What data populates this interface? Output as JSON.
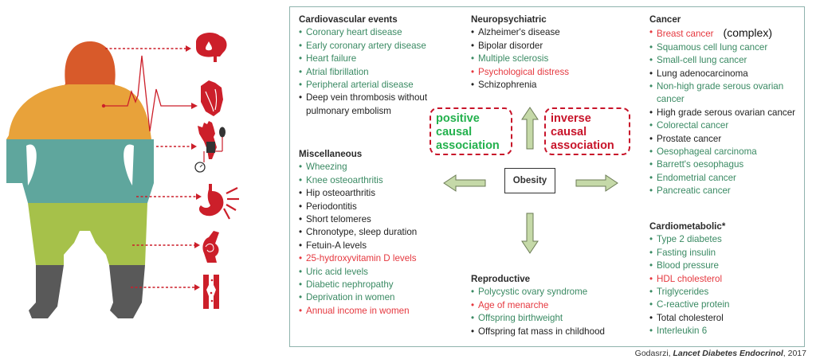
{
  "figure": {
    "icons": [
      "brain-icon",
      "heart-icon",
      "blood-pressure-icon",
      "stomach-icon",
      "knee-joint-icon",
      "blood-vessel-icon"
    ],
    "colors": {
      "head": "#d85a2a",
      "torso": "#e8a23a",
      "belly": "#5fa69d",
      "thighs": "#a6c14a",
      "legs": "#595959",
      "icon_red": "#cc1f2a"
    }
  },
  "panel": {
    "center_label": "Obesity",
    "legend": {
      "positive": [
        "positive",
        "causal",
        "association"
      ],
      "inverse": [
        "inverse",
        "causal",
        "association"
      ]
    },
    "groups": {
      "cardiovascular": {
        "title": "Cardiovascular events",
        "items": [
          {
            "label": "Coronary heart disease",
            "effect": "positive"
          },
          {
            "label": "Early coronary artery disease",
            "effect": "positive"
          },
          {
            "label": "Heart failure",
            "effect": "positive"
          },
          {
            "label": "Atrial fibrillation",
            "effect": "positive"
          },
          {
            "label": "Peripheral arterial disease",
            "effect": "positive"
          },
          {
            "label": "Deep vein thrombosis without pulmonary embolism",
            "effect": "none"
          }
        ]
      },
      "neuropsychiatric": {
        "title": "Neuropsychiatric",
        "items": [
          {
            "label": "Alzheimer's disease",
            "effect": "none"
          },
          {
            "label": "Bipolar disorder",
            "effect": "none"
          },
          {
            "label": "Multiple sclerosis",
            "effect": "positive"
          },
          {
            "label": "Psychological distress",
            "effect": "inverse"
          },
          {
            "label": "Schizophrenia",
            "effect": "none"
          }
        ]
      },
      "cancer": {
        "title": "Cancer",
        "note": "(complex)",
        "items": [
          {
            "label": "Breast cancer",
            "effect": "inverse"
          },
          {
            "label": "Squamous cell lung cancer",
            "effect": "positive"
          },
          {
            "label": "Small-cell lung cancer",
            "effect": "positive"
          },
          {
            "label": "Lung adenocarcinoma",
            "effect": "none"
          },
          {
            "label": "Non-high grade serous ovarian cancer",
            "effect": "positive"
          },
          {
            "label": "High grade serous ovarian cancer",
            "effect": "none"
          },
          {
            "label": "Colorectal cancer",
            "effect": "positive"
          },
          {
            "label": "Prostate cancer",
            "effect": "none"
          },
          {
            "label": "Oesophageal carcinoma",
            "effect": "positive"
          },
          {
            "label": "Barrett's oesophagus",
            "effect": "positive"
          },
          {
            "label": "Endometrial cancer",
            "effect": "positive"
          },
          {
            "label": "Pancreatic cancer",
            "effect": "positive"
          }
        ]
      },
      "miscellaneous": {
        "title": "Miscellaneous",
        "items": [
          {
            "label": "Wheezing",
            "effect": "positive"
          },
          {
            "label": "Knee osteoarthritis",
            "effect": "positive"
          },
          {
            "label": "Hip osteoarthritis",
            "effect": "none"
          },
          {
            "label": "Periodontitis",
            "effect": "none"
          },
          {
            "label": "Short telomeres",
            "effect": "none"
          },
          {
            "label": "Chronotype, sleep duration",
            "effect": "none"
          },
          {
            "label": "Fetuin-A levels",
            "effect": "none"
          },
          {
            "label": "25-hydroxyvitamin D levels",
            "effect": "inverse"
          },
          {
            "label": "Uric acid levels",
            "effect": "positive"
          },
          {
            "label": "Diabetic nephropathy",
            "effect": "positive"
          },
          {
            "label": "Deprivation in women",
            "effect": "positive"
          },
          {
            "label": "Annual income in women",
            "effect": "inverse"
          }
        ]
      },
      "reproductive": {
        "title": "Reproductive",
        "items": [
          {
            "label": "Polycystic ovary syndrome",
            "effect": "positive"
          },
          {
            "label": "Age of menarche",
            "effect": "inverse"
          },
          {
            "label": "Offspring birthweight",
            "effect": "positive"
          },
          {
            "label": "Offspring fat mass in childhood",
            "effect": "none"
          }
        ]
      },
      "cardiometabolic": {
        "title": "Cardiometabolic*",
        "items": [
          {
            "label": "Type 2 diabetes",
            "effect": "positive"
          },
          {
            "label": "Fasting insulin",
            "effect": "positive"
          },
          {
            "label": "Blood pressure",
            "effect": "positive"
          },
          {
            "label": "HDL cholesterol",
            "effect": "inverse"
          },
          {
            "label": "Triglycerides",
            "effect": "positive"
          },
          {
            "label": "C-reactive protein",
            "effect": "positive"
          },
          {
            "label": "Total cholesterol",
            "effect": "none"
          },
          {
            "label": "Interleukin 6",
            "effect": "positive"
          }
        ]
      }
    },
    "colors": {
      "positive": "#3a8a63",
      "inverse": "#e5383f",
      "none": "#222222",
      "arrow_fill": "#c5d9a8",
      "arrow_stroke": "#6b7b55",
      "border": "#8fb3ad"
    }
  },
  "citation": {
    "author": "Godasrzi, ",
    "journal": "Lancet Diabetes Endocrinol",
    "year": ", 2017"
  }
}
